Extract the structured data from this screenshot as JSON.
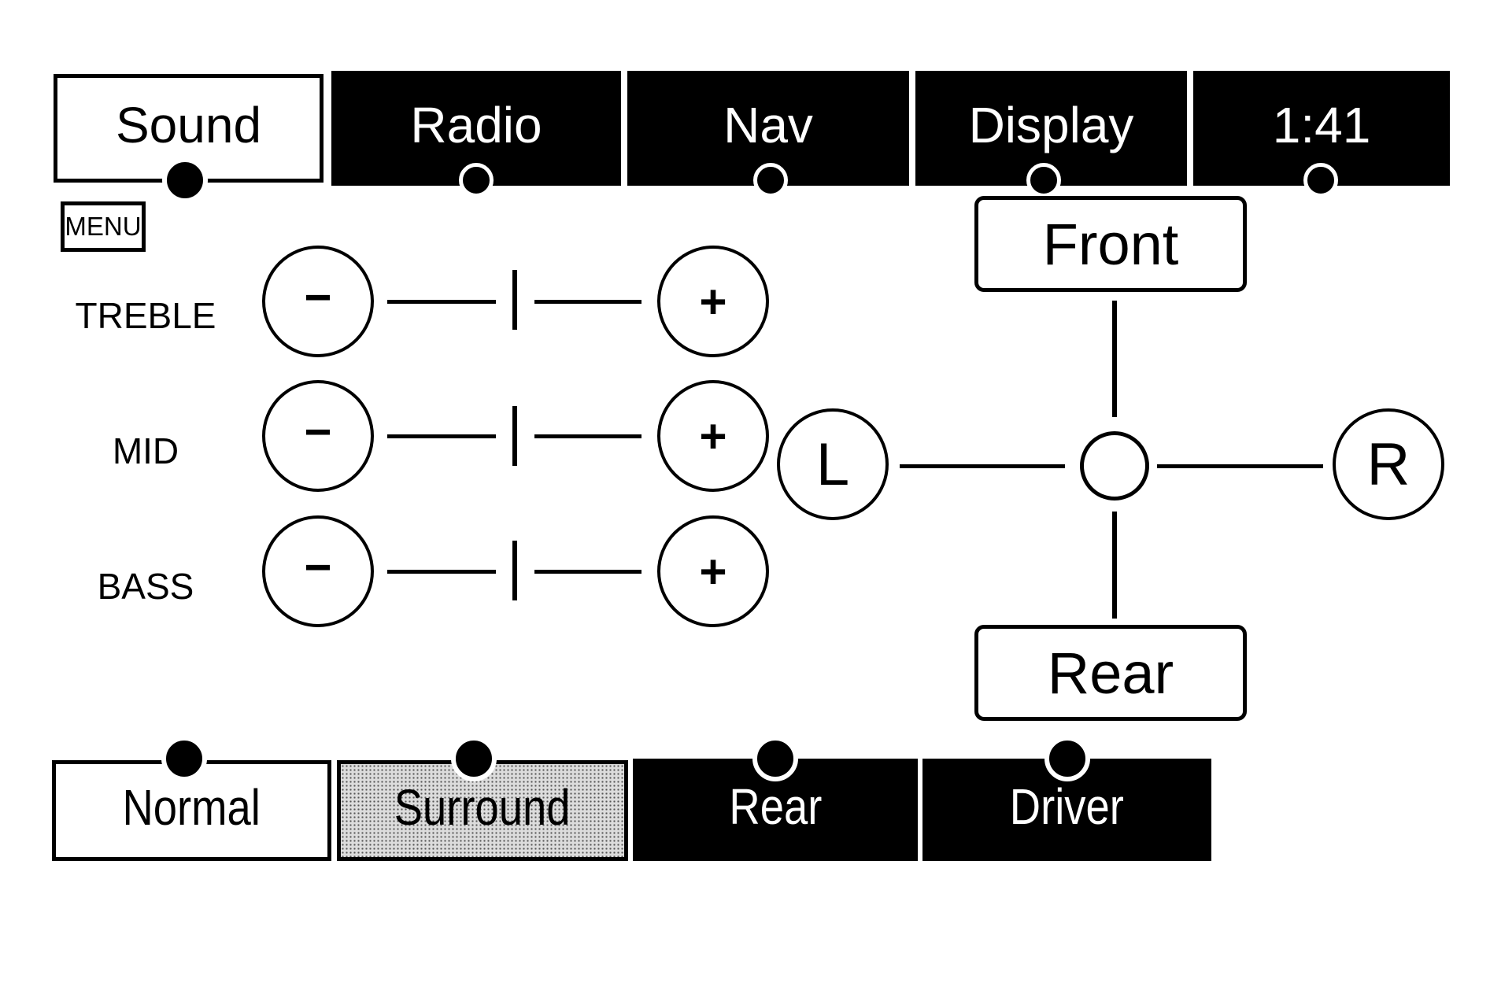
{
  "top_tabs": [
    {
      "label": "Sound",
      "selected": true
    },
    {
      "label": "Radio",
      "selected": false
    },
    {
      "label": "Nav",
      "selected": false
    },
    {
      "label": "Display",
      "selected": false
    },
    {
      "label": "1:41",
      "selected": false
    }
  ],
  "menu_label": "MENU",
  "tone_controls": [
    {
      "label": "TREBLE",
      "minus": "−",
      "plus": "+"
    },
    {
      "label": "MID",
      "minus": "−",
      "plus": "+"
    },
    {
      "label": "BASS",
      "minus": "−",
      "plus": "+"
    }
  ],
  "balance_fade": {
    "front": "Front",
    "rear": "Rear",
    "left": "L",
    "right": "R"
  },
  "bottom_tabs": [
    {
      "label": "Normal",
      "state": "normal"
    },
    {
      "label": "Surround",
      "state": "selected"
    },
    {
      "label": "Rear",
      "state": "normal"
    },
    {
      "label": "Driver",
      "state": "normal"
    }
  ],
  "colors": {
    "foreground": "#000000",
    "background": "#ffffff"
  }
}
